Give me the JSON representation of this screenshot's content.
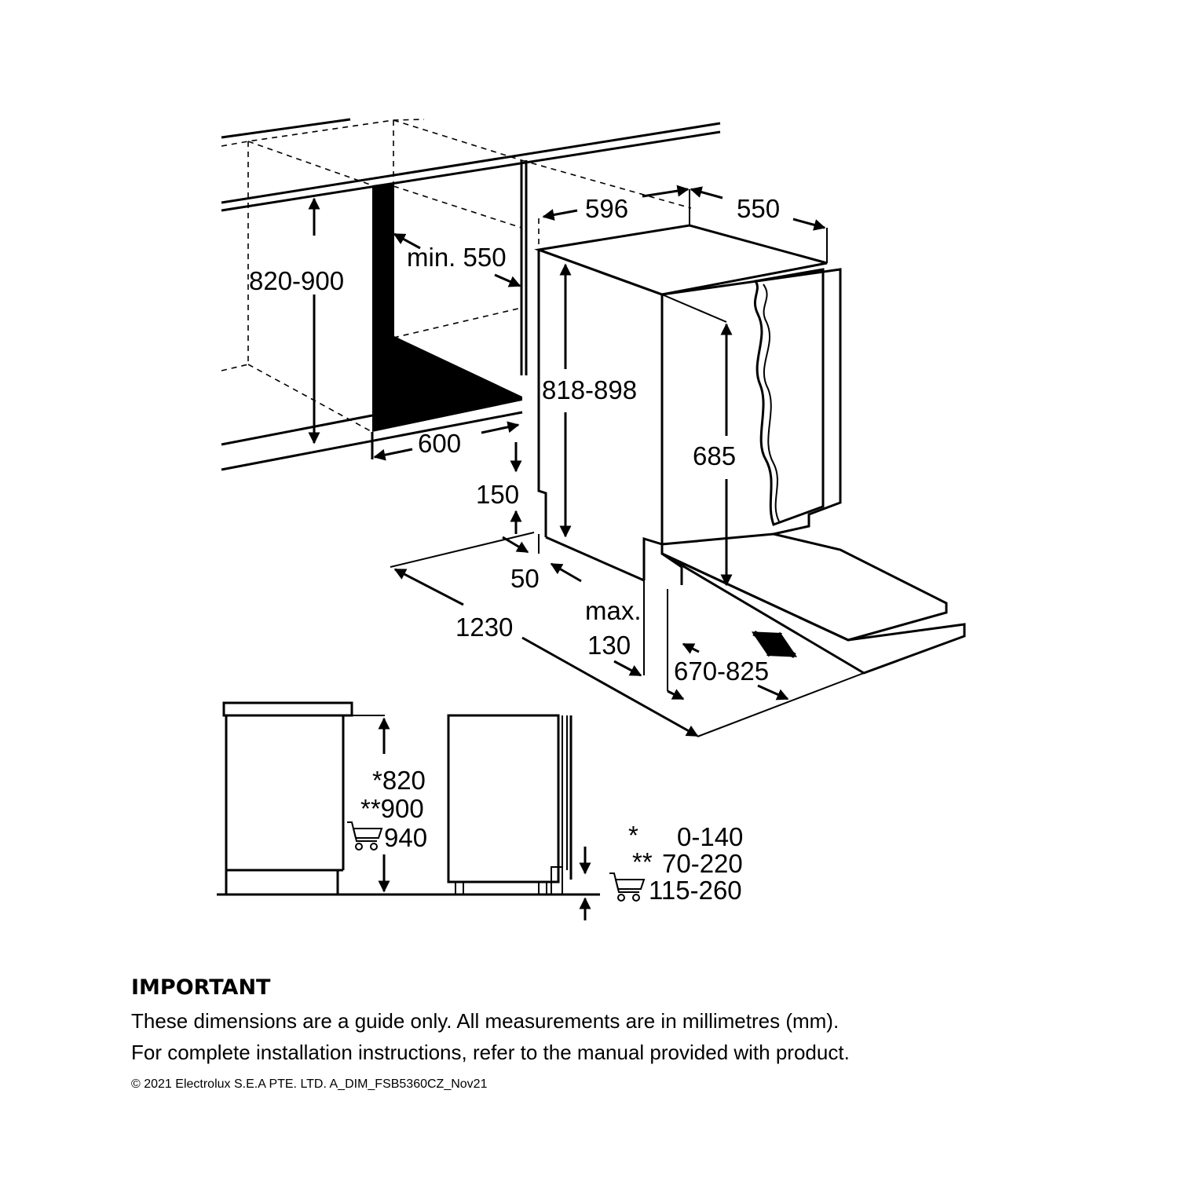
{
  "diagram": {
    "labels": {
      "width": "596",
      "depth": "550",
      "niche_height": "820-900",
      "min_depth": "min. 550",
      "appliance_height": "818-898",
      "niche_width": "600",
      "door_height": "685",
      "plinth_height": "150",
      "plinth_depth": "50",
      "door_open": "1230",
      "max_label": "max.",
      "max_value": "130",
      "plinth_range": "670-825"
    },
    "legend": {
      "heights": [
        "*820",
        "**900",
        "940"
      ],
      "adjust": [
        {
          "mark": "*",
          "value": "0-140"
        },
        {
          "mark": "**",
          "value": "70-220"
        },
        {
          "mark": "",
          "value": "115-260"
        }
      ]
    }
  },
  "notes": {
    "title": "IMPORTANT",
    "line1": "These dimensions are a guide only. All measurements are in millimetres (mm).",
    "line2": "For complete installation instructions, refer to the manual provided with product.",
    "copyright": "© 2021 Electrolux S.E.A PTE. LTD. A_DIM_FSB5360CZ_Nov21"
  }
}
